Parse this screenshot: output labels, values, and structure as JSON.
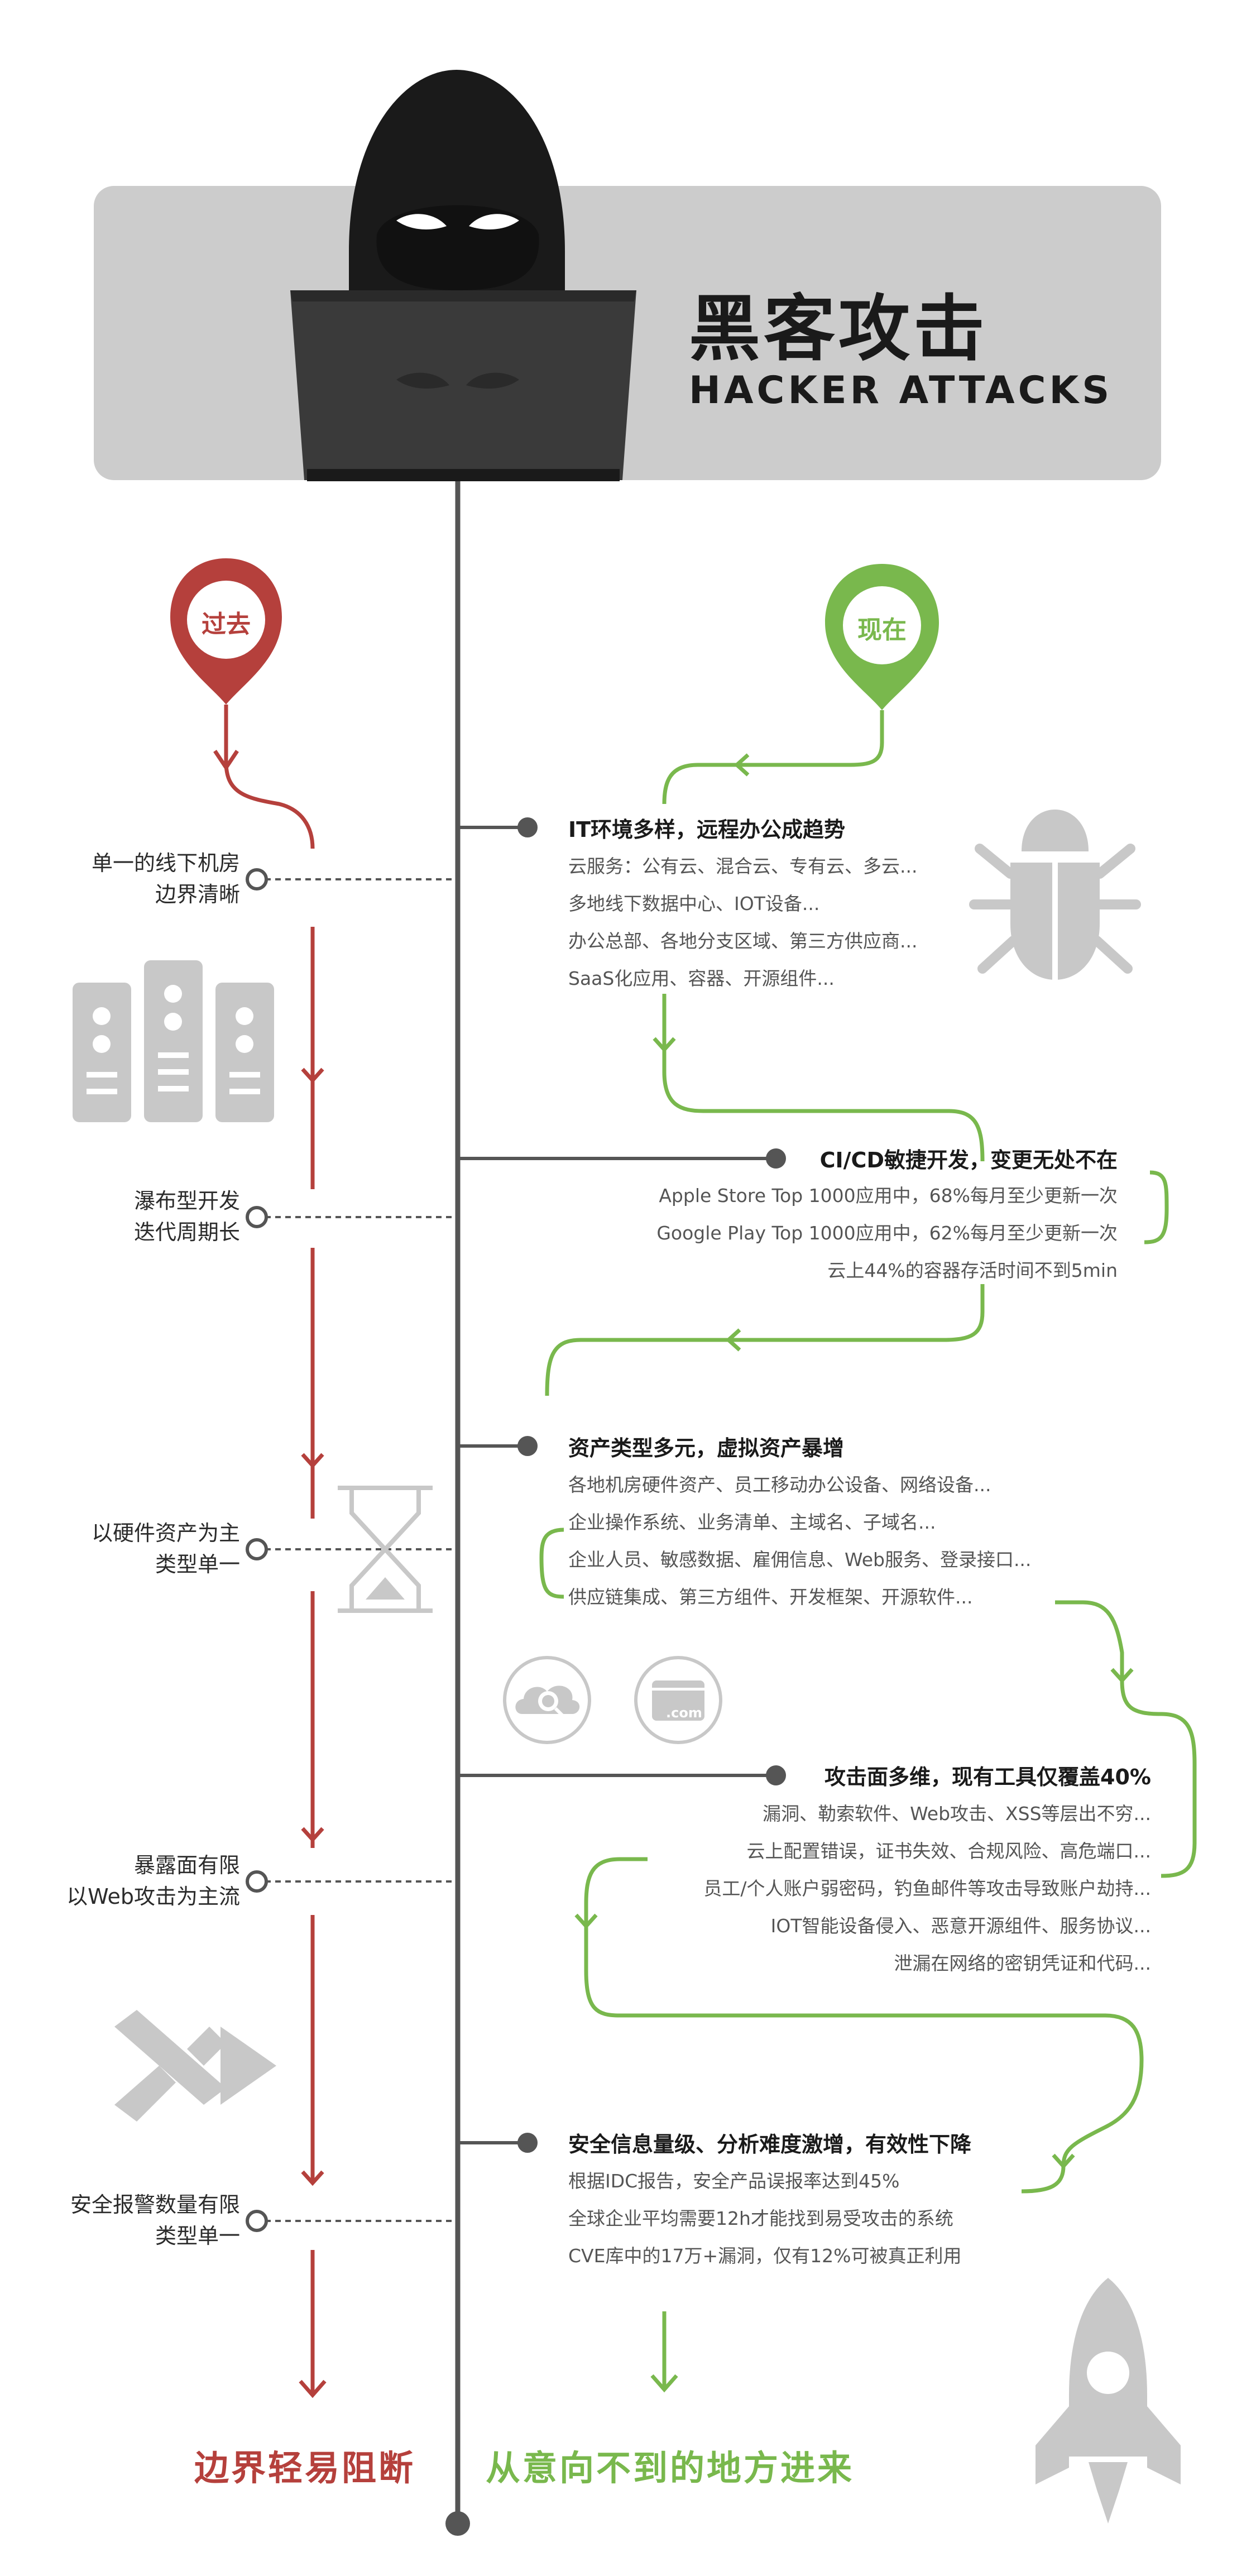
{
  "header": {
    "title_cn": "黑客攻击",
    "title_en": "HACKER ATTACKS"
  },
  "colors": {
    "past": "#b5403c",
    "present": "#79b84d",
    "axis": "#555555",
    "banner": "#cccccc",
    "icon_gray": "#c8c8c8"
  },
  "past": {
    "pin_label": "过去",
    "items": [
      {
        "line1": "单一的线下机房",
        "line2": "边界清晰"
      },
      {
        "line1": "瀑布型开发",
        "line2": "迭代周期长"
      },
      {
        "line1": "以硬件资产为主",
        "line2": "类型单一"
      },
      {
        "line1": "暴露面有限",
        "line2": "以Web攻击为主流"
      },
      {
        "line1": "安全报警数量有限",
        "line2": "类型单一"
      }
    ],
    "conclusion": "边界轻易阻断"
  },
  "present": {
    "pin_label": "现在",
    "sections": [
      {
        "title": "IT环境多样，远程办公成趋势",
        "lines": [
          "云服务：公有云、混合云、专有云、多云...",
          "多地线下数据中心、IOT设备...",
          "办公总部、各地分支区域、第三方供应商...",
          "SaaS化应用、容器、开源组件..."
        ]
      },
      {
        "title": "CI/CD敏捷开发，变更无处不在",
        "lines": [
          "Apple Store Top 1000应用中，68%每月至少更新一次",
          "Google Play Top 1000应用中，62%每月至少更新一次",
          "云上44%的容器存活时间不到5min"
        ]
      },
      {
        "title": "资产类型多元，虚拟资产暴增",
        "lines": [
          "各地机房硬件资产、员工移动办公设备、网络设备...",
          "企业操作系统、业务清单、主域名、子域名...",
          "企业人员、敏感数据、雇佣信息、Web服务、登录接口...",
          "供应链集成、第三方组件、开发框架、开源软件..."
        ]
      },
      {
        "title": "攻击面多维，现有工具仅覆盖40%",
        "lines": [
          "漏洞、勒索软件、Web攻击、XSS等层出不穷...",
          "云上配置错误，证书失效、合规风险、高危端口...",
          "员工/个人账户弱密码，钓鱼邮件等攻击导致账户劫持...",
          "IOT智能设备侵入、恶意开源组件、服务协议...",
          "泄漏在网络的密钥凭证和代码..."
        ]
      },
      {
        "title": "安全信息量级、分析难度激增，有效性下降",
        "lines": [
          "根据IDC报告，安全产品误报率达到45%",
          "全球企业平均需要12h才能找到易受攻击的系统",
          "CVE库中的17万+漏洞，仅有12%可被真正利用"
        ]
      }
    ],
    "conclusion": "从意向不到的地方进来"
  },
  "icons": {
    "badge_cloud_text": "",
    "badge_com_text": ".com"
  }
}
